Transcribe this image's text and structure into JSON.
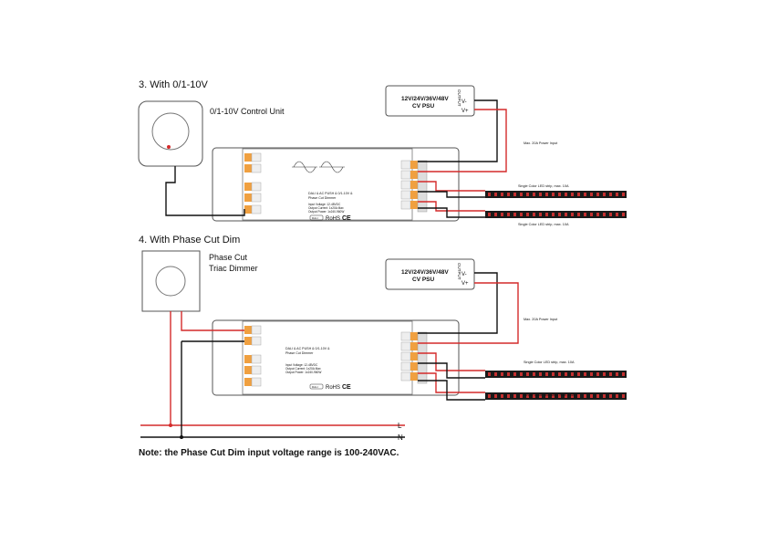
{
  "section1": {
    "heading": "3. With 0/1-10V",
    "control_label": "0/1-10V Control Unit",
    "psu": {
      "line1": "12V/24V/36V/48V",
      "line2": "CV PSU",
      "output": "OUTPUT",
      "vminus": "V-",
      "vplus": "V+"
    },
    "power_input": "Max. 20A Power Input",
    "strip1": "Single Color LED strip, max. 10A",
    "strip2": "Single Color LED strip, max. 10A"
  },
  "section2": {
    "heading": "4. With Phase Cut Dim",
    "dimmer_label_1": "Phase Cut",
    "dimmer_label_2": "Triac Dimmer",
    "psu": {
      "line1": "12V/24V/36V/48V",
      "line2": "CV PSU",
      "output": "OUTPUT",
      "vminus": "V-",
      "vplus": "V+"
    },
    "power_input": "Max. 20A Power Input",
    "strip1": "Single Color LED strip, max. 10A",
    "strip2": "Single Color LED strip, max. 10A",
    "line_l": "L",
    "line_n": "N"
  },
  "controller": {
    "model": "DALI & AC PUSH & 0/1-10V &",
    "subtitle": "Phase Cut Dimmer",
    "input_voltage": "Input Voltage: 12-48VDC",
    "output_current": "Output Current: 1x20A Max",
    "output_power": "Output Power: 1x240-960W",
    "rohs": "RoHS",
    "ce": "CE",
    "dali": "DALI"
  },
  "note": "Note: the Phase Cut Dim input voltage range is 100-240VAC.",
  "colors": {
    "wire_red": "#d42a2a",
    "wire_black": "#111111",
    "terminal_orange": "#f0a040",
    "led_dark": "#1a1a1a",
    "led_chip": "#c43030"
  }
}
